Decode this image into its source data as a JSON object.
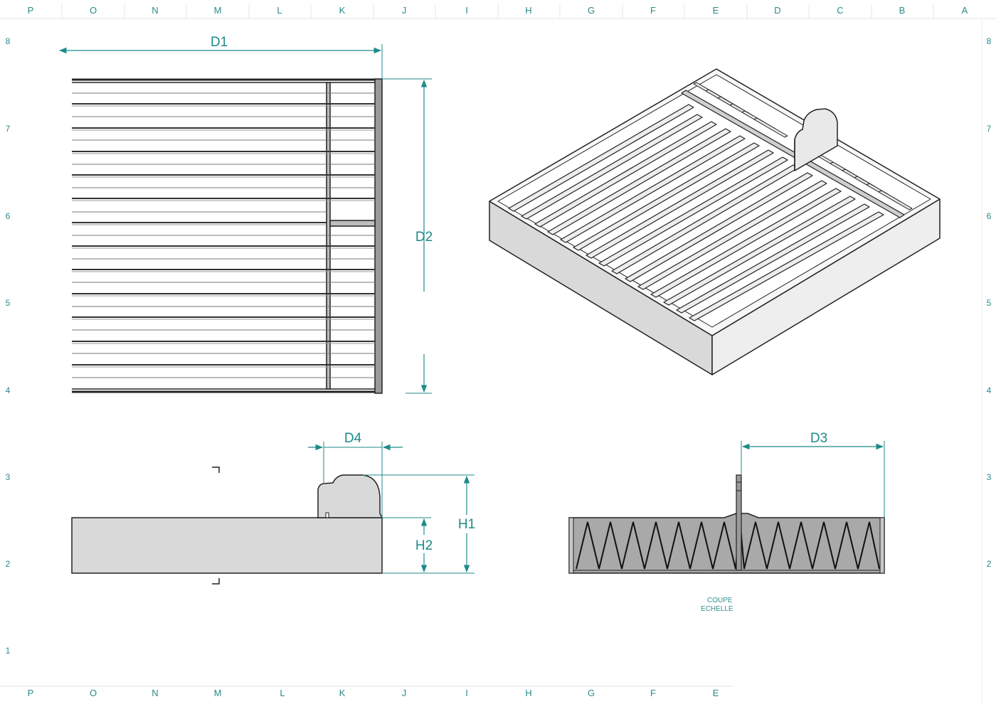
{
  "frame": {
    "columns_top": [
      "P",
      "O",
      "N",
      "M",
      "L",
      "K",
      "J",
      "I",
      "H",
      "G",
      "F",
      "E",
      "D",
      "C",
      "B",
      "A"
    ],
    "columns_bottom": [
      "P",
      "O",
      "N",
      "M",
      "L",
      "K",
      "J",
      "I",
      "H",
      "G",
      "F",
      "E"
    ],
    "rows_left": [
      "8",
      "7",
      "6",
      "5",
      "4",
      "3",
      "2",
      "1"
    ],
    "rows_right": [
      "8",
      "7",
      "6",
      "5",
      "4",
      "3",
      "2"
    ]
  },
  "dimensions": {
    "d1": "D1",
    "d2": "D2",
    "d3": "D3",
    "d4": "D4",
    "h1": "H1",
    "h2": "H2"
  },
  "notes": {
    "section_label": "COUPE",
    "scale_label": "ECHELLE"
  },
  "colors": {
    "dimension": "#1f8a8a",
    "grid_text": "#2a8a8a",
    "part_fill": "#d9d9d9",
    "section_fill": "#a9a9a9",
    "line": "#222222"
  }
}
